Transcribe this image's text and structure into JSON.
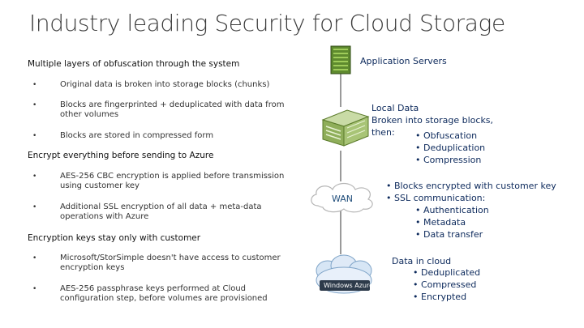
{
  "title": "Industry leading Security for Cloud Storage",
  "left": {
    "section1": {
      "heading": "Multiple layers of obfuscation through the system",
      "bullets": [
        "Original data is broken into storage blocks (chunks)",
        "Blocks are fingerprinted + deduplicated with data from other volumes",
        "Blocks are stored in compressed form"
      ]
    },
    "section2": {
      "heading": "Encrypt everything before sending to Azure",
      "bullets": [
        "AES-256 CBC encryption is applied before transmission using customer key",
        "Additional SSL encryption of all data + meta-data operations with Azure"
      ]
    },
    "section3": {
      "heading": "Encryption keys stay only with customer",
      "bullets": [
        "Microsoft/StorSimple doesn't have access to customer encryption keys",
        "AES-256 passphrase keys performed at Cloud configuration step, before volumes are provisioned"
      ]
    },
    "bullet_glyph": "•"
  },
  "diagram": {
    "app_servers": {
      "label": "Application Servers"
    },
    "local_data": {
      "line1": "Local Data",
      "line2": "Broken into storage blocks,",
      "line3": "then:",
      "items": [
        "Obfuscation",
        "Deduplication",
        "Compression"
      ]
    },
    "wan": {
      "label": "WAN",
      "items": [
        "Blocks encrypted with customer key",
        "SSL communication:"
      ],
      "sub_items": [
        "Authentication",
        "Metadata",
        "Data transfer"
      ]
    },
    "cloud": {
      "badge": "Windows Azure",
      "line1": "Data in cloud",
      "items": [
        "Deduplicated",
        "Compressed",
        "Encrypted"
      ]
    }
  },
  "colors": {
    "label_text": "#0d2a5c",
    "server_green": "#5e8a2e",
    "appliance_green": "#8fae5a",
    "wan_text": "#1f4d7a"
  }
}
